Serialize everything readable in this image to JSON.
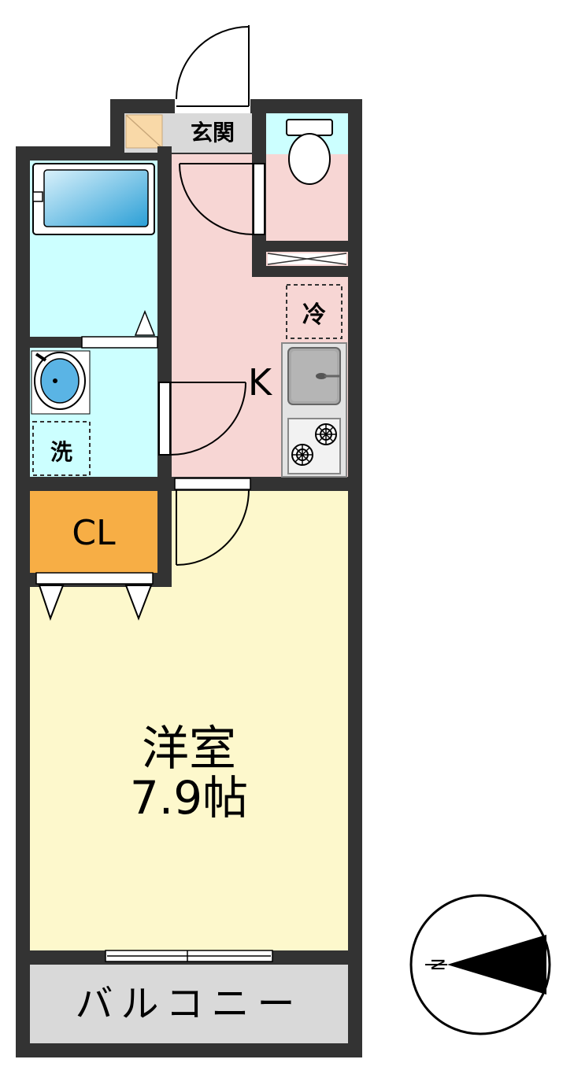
{
  "rooms": {
    "genkan": "玄関",
    "kitchen": "K",
    "fridge": "冷",
    "washer": "洗",
    "closet": "CL",
    "western_room": "洋室",
    "western_room_size": "7.9帖",
    "balcony": "バルコニー"
  },
  "compass": {
    "north_letter": "N"
  },
  "colors": {
    "wall": "#333333",
    "bathroom": "#ccffff",
    "kitchen": "#f7d6d4",
    "closet": "#f7ae45",
    "western_room": "#fdf8cc",
    "balcony": "#d9d9d9",
    "genkan": "#d9d9d9",
    "shoe_box": "#f9d9a8"
  },
  "icons": [
    "door-swing-icon",
    "toilet-icon",
    "bathtub-icon",
    "sink-icon",
    "stove-icon",
    "kitchen-sink-icon",
    "compass-icon"
  ]
}
